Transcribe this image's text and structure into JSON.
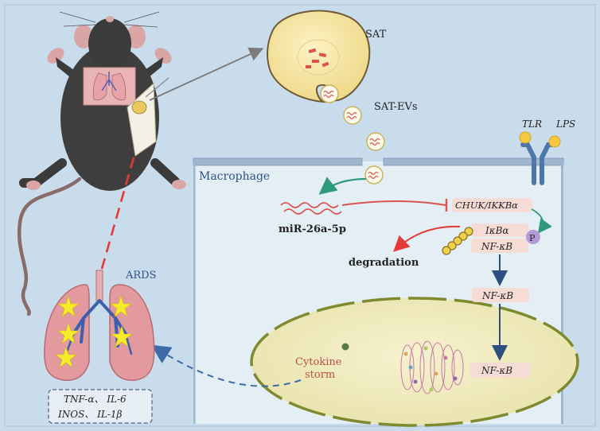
{
  "labels": {
    "sat": "SAT",
    "sat_evs": "SAT-EVs",
    "tlr": "TLR",
    "lps": "LPS",
    "macrophage": "Macrophage",
    "chuk": "CHUK/IKKBα",
    "mirna": "miR-26a-5p",
    "ikba": "IκBα",
    "nfkb_complex": "NF-κB",
    "phospho": "P",
    "degradation": "degradation",
    "nfkb_cyto": "NF-κB",
    "nfkb_nucleus": "NF-κB",
    "cytokine_line1": "Cytokine",
    "cytokine_line2": "storm",
    "ards": "ARDS",
    "cytokines_line1": "TNF-α、 IL-6",
    "cytokines_line2": "INOS、 IL-1β"
  },
  "colors": {
    "background": "#c9dcec",
    "macrophage_fill": "#e4eef5",
    "adipocyte": "#f7e7a8",
    "inhibit": "#d9534f",
    "activate": "#2f9a7a",
    "signal": "#2c4f80",
    "lung": "#e29a9e"
  }
}
